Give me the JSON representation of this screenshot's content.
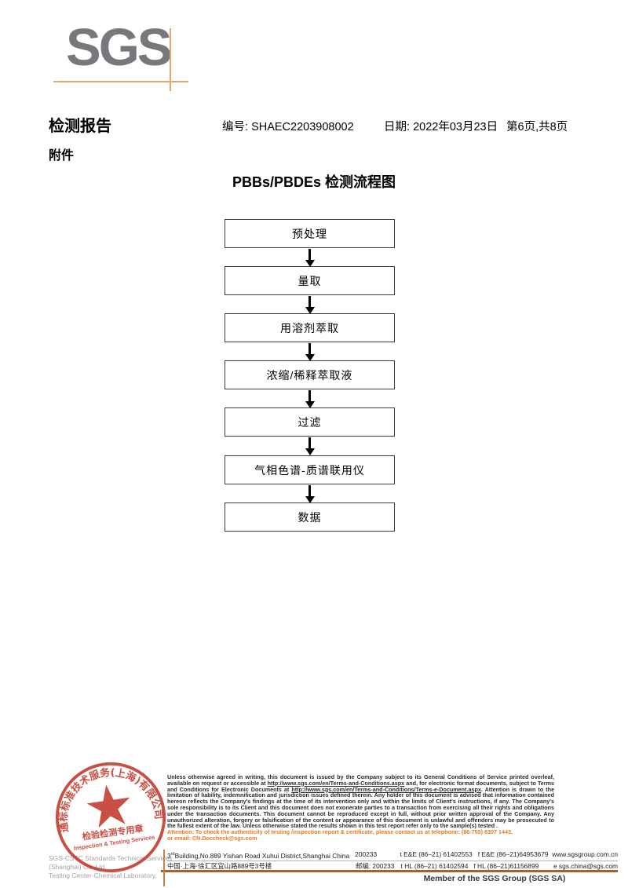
{
  "colors": {
    "logo_gray": "#77787b",
    "logo_crosshair_tan": "#e2a770",
    "footer_line_orange": "#a9602f",
    "attention_orange": "#e87a25",
    "stamp_red": "#c43b2f"
  },
  "header": {
    "logo_text": "SGS",
    "report_title": "检测报告",
    "report_no_label": "编号:",
    "report_no": "SHAEC2203908002",
    "date_label": "日期:",
    "date_value": "2022年03月23日",
    "pagination": "第6页,共8页",
    "attachment_label": "附件"
  },
  "flowchart": {
    "title": "PBBs/PBDEs 检测流程图",
    "steps": [
      "预处理",
      "量取",
      "用溶剂萃取",
      "浓缩/稀释萃取液",
      "过滤",
      "气相色谱-质谱联用仪",
      "数据"
    ]
  },
  "stamp": {
    "arc_text": "通标标准技术服务(上海)有限公司",
    "title_cn": "检验检测专用章",
    "title_en": "Inspection & Testing Services"
  },
  "footer": {
    "company_en": "SGS-CSTC Standards Technical Services (Shanghai) Co.,Ltd.",
    "company_dept": "Testing Center-Chemical Laboratory.",
    "legal": {
      "part1": "Unless otherwise agreed in writing, this document is issued by the Company subject to its General Conditions of Service printed overleaf, available on request or accessible at ",
      "url1": "http://www.sgs.com/en/Terms-and-Conditions.aspx",
      "part2": " and, for electronic format documents, subject to Terms and Conditions for Electronic Documents at ",
      "url2": "http://www.sgs.com/en/Terms-and-Conditions/Terms-e-Document.aspx",
      "part3": ". Attention is drawn to the limitation of liability, indemnification and jurisdiction issues defined therein. Any holder of this document is advised that information contained hereon reflects the Company's findings at the time of its intervention only and within the limits of Client's instructions, if any. The Company's sole responsibility is to its Client and this document does not exonerate parties to a transaction from exercising all their rights and obligations under the transaction documents. This document cannot be reproduced except in full, without prior written approval of the Company. Any unauthorized alteration, forgery or falsification of the content or appearance of this document is unlawful and offenders may be prosecuted to the fullest extent of the law. Unless otherwise stated the results shown in this test report refer only to the sample(s) tested ."
    },
    "attention_line1": "Attention: To check the authenticity of testing /inspection report & certificate, please contact us at telephone: (86-755) 8307 1443,",
    "attention_line2": "or email: CN.Doccheck@sgs.com",
    "address": {
      "en_building_num": "3",
      "en_building_sup": "rd",
      "en_rest": "Building,No.889 Yishan Road Xuhui District,Shanghai China",
      "en_postal": "200233",
      "tel1": "t E&E (86–21) 61402553",
      "fax1": "f E&E (86–21)64953679",
      "website": "www.sgsgroup.com.cn",
      "cn": "中国·上海·徐汇区宜山路889号3号楼",
      "cn_postal_label": "邮编:",
      "cn_postal": "200233",
      "tel2": "t HL (86–21) 61402594",
      "fax2": "f HL (86–21)61156899",
      "email": "e sgs.china@sgs.com"
    },
    "member_text": "Member of the SGS Group (SGS SA)"
  }
}
